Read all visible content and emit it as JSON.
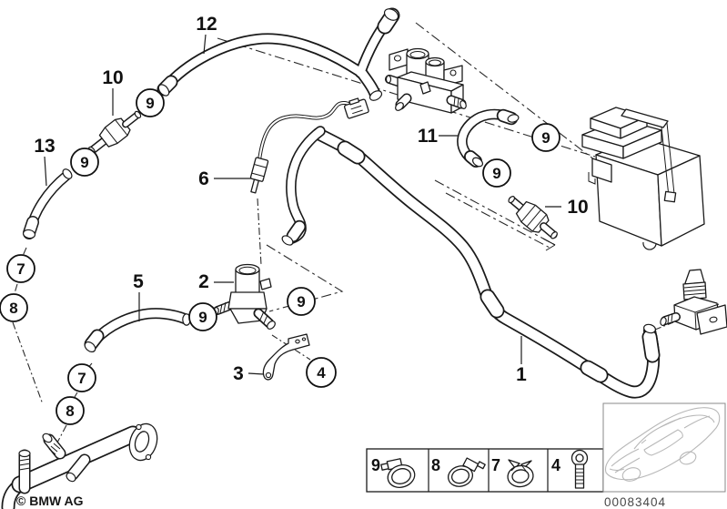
{
  "title": "BMW water valve and hose parts diagram",
  "callouts": {
    "plain": [
      {
        "id": "hose-12",
        "label": "12"
      },
      {
        "id": "check-valve-left",
        "label": "10"
      },
      {
        "id": "hose-13",
        "label": "13"
      },
      {
        "id": "sensor",
        "label": "6"
      },
      {
        "id": "hose-11",
        "label": "11"
      },
      {
        "id": "check-valve-right",
        "label": "10"
      },
      {
        "id": "hose-5",
        "label": "5"
      },
      {
        "id": "water-valve",
        "label": "2"
      },
      {
        "id": "bracket",
        "label": "3"
      },
      {
        "id": "hose-1",
        "label": "1"
      }
    ],
    "circled": [
      {
        "id": "clamp-9-a",
        "label": "9"
      },
      {
        "id": "clamp-9-b",
        "label": "9"
      },
      {
        "id": "clamp-9-c",
        "label": "9"
      },
      {
        "id": "clamp-9-d",
        "label": "9"
      },
      {
        "id": "clamp-9-e",
        "label": "9"
      },
      {
        "id": "clamp-9-f",
        "label": "9"
      },
      {
        "id": "clamp-7-a",
        "label": "7"
      },
      {
        "id": "clamp-8-a",
        "label": "8"
      },
      {
        "id": "clamp-7-b",
        "label": "7"
      },
      {
        "id": "clamp-8-b",
        "label": "8"
      },
      {
        "id": "screw-4",
        "label": "4"
      }
    ]
  },
  "legend": {
    "items": [
      {
        "number": "9",
        "icon": "worm-drive-clamp-icon"
      },
      {
        "number": "8",
        "icon": "worm-drive-clamp-angled-icon"
      },
      {
        "number": "7",
        "icon": "spring-clamp-icon"
      },
      {
        "number": "4",
        "icon": "socket-head-screw-icon"
      }
    ]
  },
  "footer": {
    "copyright": "© BMW AG",
    "diagram_number": "00083404"
  },
  "colors": {
    "line": "#1a1a1a",
    "car_outline": "#b8b8b8",
    "frame": "#8a8a8a"
  }
}
